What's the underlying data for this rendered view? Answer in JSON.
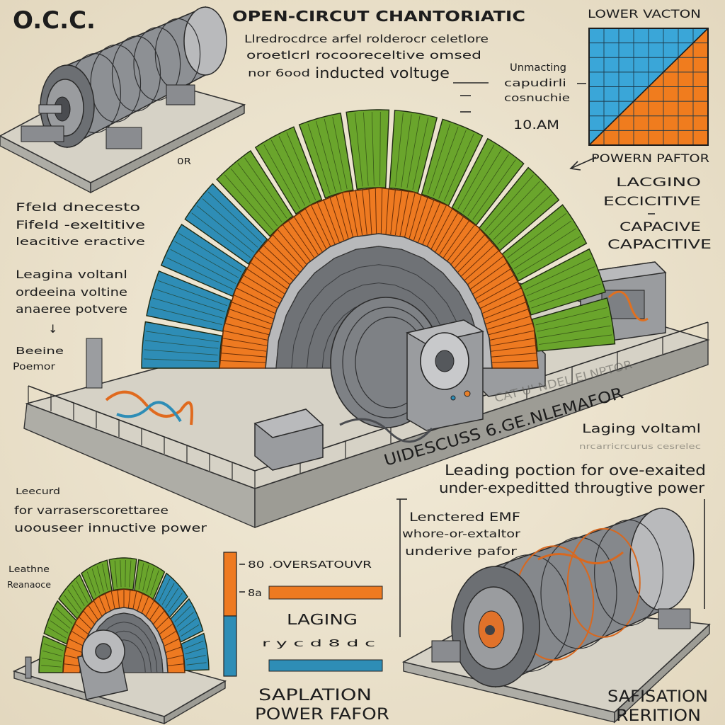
{
  "header": {
    "badge": "O.C.C.",
    "title": "OPEN-CIRCUT CHANTORIATIC",
    "line_1": "Llredrocdrce arfel rolderocr celetlore",
    "line_2": "oroetlcrl rocooreceltive omsed",
    "line_3_small": "nor 6ood",
    "line_3_large": "inducted voltuge"
  },
  "side_note": {
    "line_1": "Unmacting",
    "line_2": "capudirli",
    "line_3": "cosnuchie",
    "time": "10.AM"
  },
  "corner_chart": {
    "top_label": "LOWER VACTON",
    "bottom_label": "POWERN PAFTOR"
  },
  "right_stack": {
    "line_1": "LACGINO",
    "line_2": "ECCICITIVE",
    "line_3": "CAPACIVE",
    "line_4": "CAPACITIVE"
  },
  "or_label": "0R",
  "left_field": {
    "line_1": "Ffeld dnecesto",
    "line_2": "Fifeld -exeltitive",
    "line_3": "leacitive eractive"
  },
  "left_voltage": {
    "line_1": "Leagina voltanl",
    "line_2": "ordeeina voltine",
    "line_3": "anaeree potvere",
    "arrow": "↓"
  },
  "left_small": {
    "line_1": "Beeine",
    "line_2": "Poemor"
  },
  "platform_label": "UIDESCUSS 6.GE.NLEMAFOR",
  "platform_faint": "CAT U' NDEL ELNPTOR",
  "right_voltage": {
    "title": "Laging voltaml",
    "subtitle": "nrcarricrcurus cesrelec"
  },
  "leading": {
    "line_1": "Leading poction for ove-exaited",
    "line_2": "under-expeditted througtive power"
  },
  "left_bottom": {
    "line_1": "Leecurd",
    "line_2": "for varraserscorettaree",
    "line_3": "uoouseer innuctive power"
  },
  "emf": {
    "line_1": "Lenctered EMF",
    "line_2": "whore-or-extaltor",
    "line_3": "underive pafor"
  },
  "corner_small": {
    "line_1": "Leathne",
    "line_2": "Reanaoce"
  },
  "bar_legend": {
    "top": "80 .OVERSATOUVR",
    "mid": "8a",
    "lagging": "LAGING",
    "low": "r y c d 8 d c"
  },
  "bottom_center": {
    "line_1": "SAPLATION",
    "line_2": "POWER FAFOR"
  },
  "bottom_right": {
    "line_1": "SAFISATION",
    "line_2": "RERITION"
  },
  "colors": {
    "background": "#efe7d3",
    "coil_green": "#6aa52c",
    "coil_blue": "#2e8db6",
    "winding_orange": "#ee7a21",
    "chart_blue": "#3aa6d8",
    "chart_orange": "#f07c1e"
  }
}
